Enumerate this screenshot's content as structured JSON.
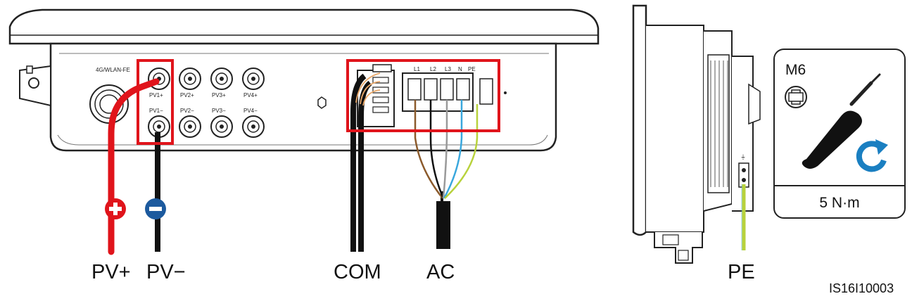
{
  "inverter_front": {
    "port_labels": {
      "wlan": "4G/WLAN-FE",
      "pv1_plus": "PV1+",
      "pv2_plus": "PV2+",
      "pv3_plus": "PV3+",
      "pv4_plus": "PV4+",
      "pv1_minus": "PV1−",
      "pv2_minus": "PV2−",
      "pv3_minus": "PV3−",
      "pv4_minus": "PV4−"
    },
    "terminal_labels": {
      "l1": "L1",
      "l2": "L2",
      "l3": "L3",
      "n": "N",
      "pe": "PE"
    }
  },
  "cable_labels": {
    "pv_plus": "PV+",
    "pv_minus": "PV−",
    "com": "COM",
    "ac": "AC",
    "pe": "PE"
  },
  "tool_card": {
    "bolt_size": "M6",
    "torque": "5 N·m"
  },
  "figure_id": "IS16I10003",
  "colors": {
    "highlight": "#e0141b",
    "pv_plus_cable": "#e0141b",
    "pv_minus_cable": "#111111",
    "negative_badge": "#1c5a9e",
    "ac_brown": "#8b5a2b",
    "ac_gray": "#9a9a9a",
    "ac_blue": "#39a7dd",
    "ac_yellow_green": "#b8d23c",
    "pe_cable": "#b8d23c",
    "tightening_arrow": "#1a7fc1"
  }
}
